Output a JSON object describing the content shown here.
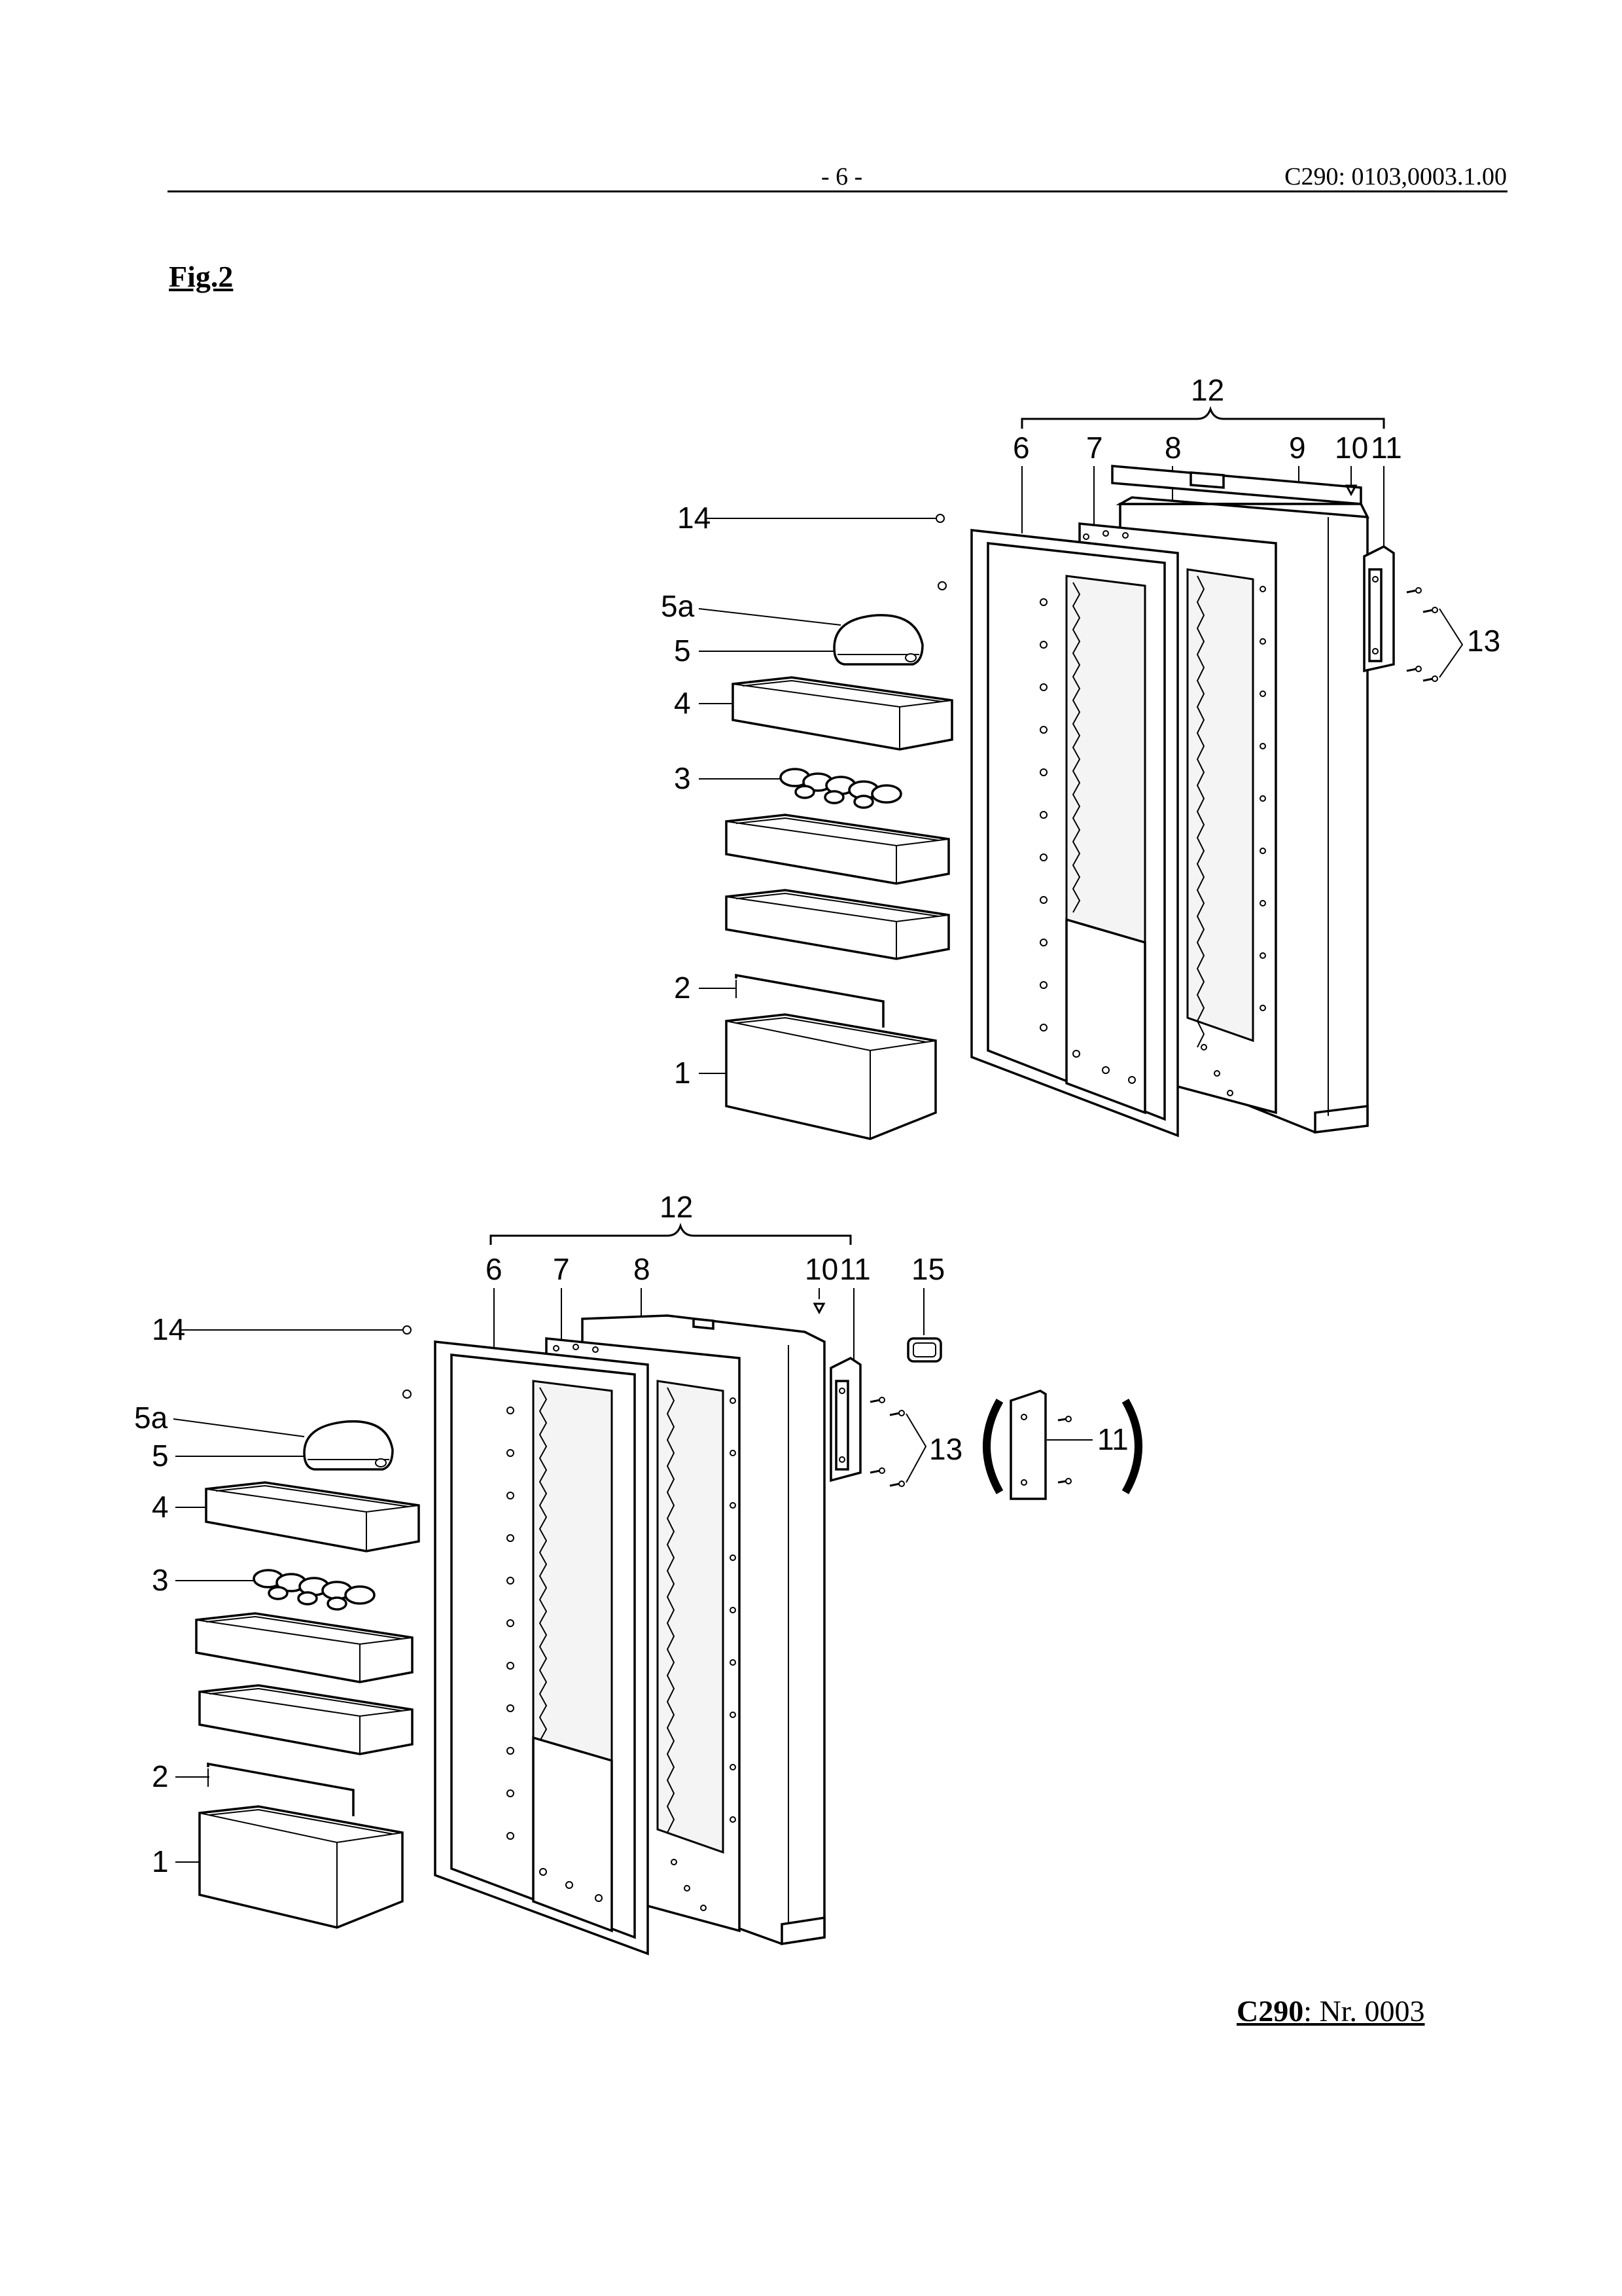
{
  "header": {
    "page_number": "- 6 -",
    "doc_reference": "C290: 0103,0003.1.00"
  },
  "figure": {
    "title": "Fig.2"
  },
  "footer": {
    "model_bold": "C290",
    "model_rest": ": Nr. 0003"
  },
  "top_view": {
    "labels": {
      "assembly": "12",
      "door_frame": "6",
      "liner": "7",
      "panel": "8",
      "top_cover": "9",
      "screw_top": "10",
      "hinge": "11",
      "hinge_screws": "13",
      "plug": "14",
      "shelf_lid": "5a",
      "shelf_cover": "5",
      "shelf_top": "4",
      "egg_tray": "3",
      "rail": "2",
      "shelf_bottom": "1"
    }
  },
  "bottom_view": {
    "labels": {
      "assembly": "12",
      "door_frame": "6",
      "liner": "7",
      "panel": "8",
      "screw_top": "10",
      "hinge": "11",
      "handle_cover": "15",
      "hinge_screws": "13",
      "plug": "14",
      "shelf_lid": "5a",
      "shelf_cover": "5",
      "shelf_top": "4",
      "egg_tray": "3",
      "rail": "2",
      "shelf_bottom": "1",
      "hinge_alt": "11"
    }
  }
}
